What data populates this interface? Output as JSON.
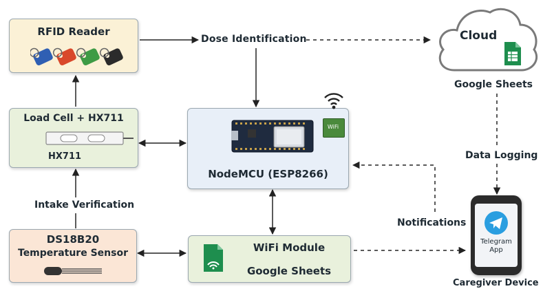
{
  "rfid": {
    "title": "RFID Reader"
  },
  "loadcell": {
    "title": "Load Cell + HX711",
    "sublabel": "HX711"
  },
  "sensor": {
    "title": "DS18B20",
    "subtitle": "Temperature Sensor"
  },
  "mcu": {
    "title": "NodeMCU (ESP8266)",
    "wifi_chip": "WiFi"
  },
  "wifi_module": {
    "title": "WiFi Module",
    "subtitle": "Google Sheets"
  },
  "cloud": {
    "title": "Cloud",
    "service": "Google Sheets"
  },
  "phone": {
    "app_line1": "Telegram",
    "app_line2": "App",
    "caption": "Caregiver Device"
  },
  "edges": {
    "dose": "Dose Identification",
    "intake": "Intake Verification",
    "logging": "Data Logging",
    "notifications": "Notifications"
  },
  "colors": {
    "rfid_fill": "#fbf1d6",
    "green_fill": "#e9f1dc",
    "peach_fill": "#fbe6d6",
    "mcu_fill": "#e8eff8",
    "tag_blue": "#2f5fb3",
    "tag_red": "#d9482b",
    "tag_green": "#3e9b45",
    "tag_black": "#2b2b2b",
    "sheets_green": "#1e8e4e"
  }
}
